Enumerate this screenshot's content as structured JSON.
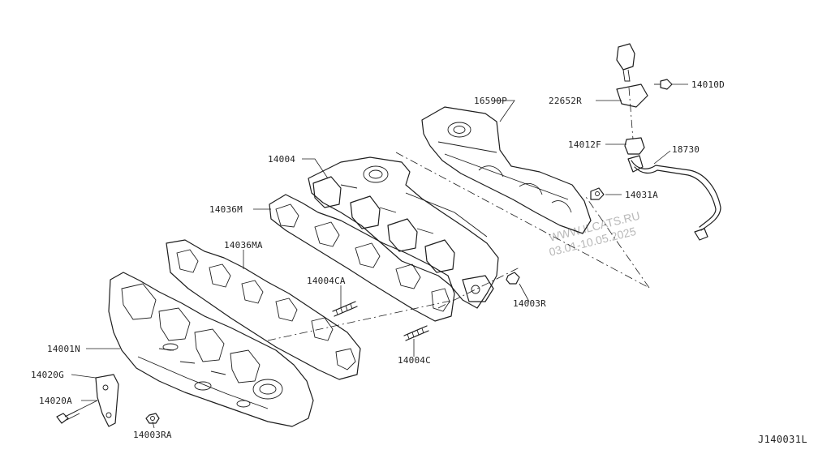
{
  "diagram": {
    "reference": "J140031L",
    "watermark": {
      "line1": "WWW.ILCATS.RU",
      "line2": "03.01-10.05.2025"
    },
    "callouts": {
      "p16590P": "16590P",
      "p22652R": "22652R",
      "p14010D": "14010D",
      "p14012F": "14012F",
      "p18730": "18730",
      "p14004": "14004",
      "p14031A": "14031A",
      "p14036M": "14036M",
      "p14036MA": "14036MA",
      "p14004CA": "14004CA",
      "p14003R": "14003R",
      "p14004C": "14004C",
      "p14001N": "14001N",
      "p14020G": "14020G",
      "p14020A": "14020A",
      "p14003RA": "14003RA"
    }
  }
}
